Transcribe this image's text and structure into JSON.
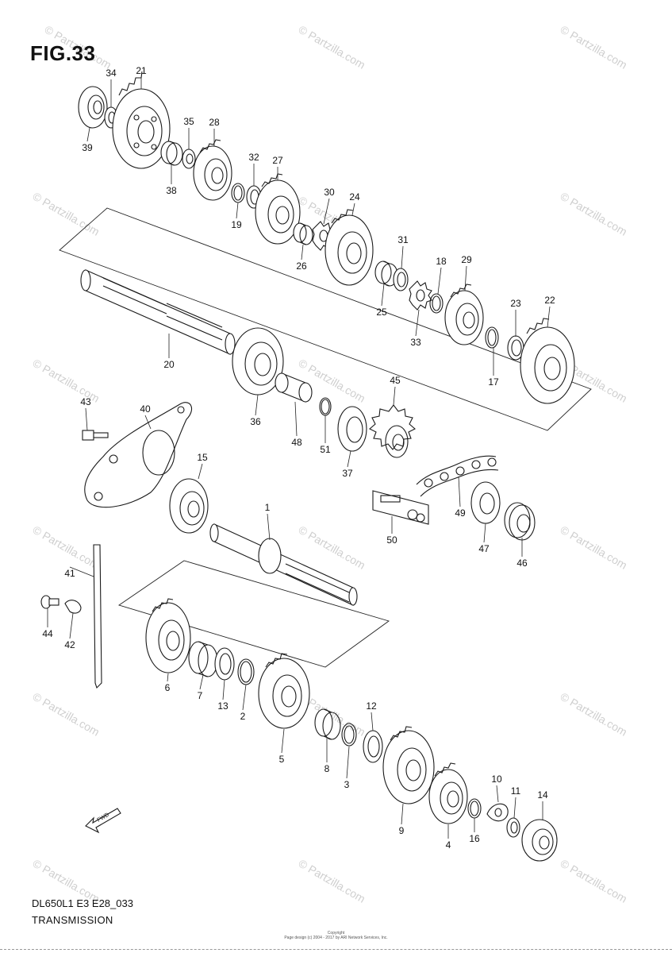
{
  "figure": {
    "title": "FIG.33",
    "code": "DL650L1 E3 E28_033",
    "name": "TRANSMISSION",
    "fwd_label": "FWD"
  },
  "watermark": "© Partzilla.com",
  "footer": {
    "line1": "Copyright",
    "line2": "Page design (c) 2004 - 2017 by ARI Network Services, Inc."
  },
  "parts": [
    {
      "id": "1",
      "label": "1"
    },
    {
      "id": "2",
      "label": "2"
    },
    {
      "id": "3",
      "label": "3"
    },
    {
      "id": "4",
      "label": "4"
    },
    {
      "id": "5",
      "label": "5"
    },
    {
      "id": "6",
      "label": "6"
    },
    {
      "id": "7",
      "label": "7"
    },
    {
      "id": "8",
      "label": "8"
    },
    {
      "id": "9",
      "label": "9"
    },
    {
      "id": "10",
      "label": "10"
    },
    {
      "id": "11",
      "label": "11"
    },
    {
      "id": "12",
      "label": "12"
    },
    {
      "id": "13",
      "label": "13"
    },
    {
      "id": "14",
      "label": "14"
    },
    {
      "id": "15",
      "label": "15"
    },
    {
      "id": "16",
      "label": "16"
    },
    {
      "id": "17",
      "label": "17"
    },
    {
      "id": "18",
      "label": "18"
    },
    {
      "id": "19",
      "label": "19"
    },
    {
      "id": "20",
      "label": "20"
    },
    {
      "id": "21",
      "label": "21"
    },
    {
      "id": "22",
      "label": "22"
    },
    {
      "id": "23",
      "label": "23"
    },
    {
      "id": "24",
      "label": "24"
    },
    {
      "id": "25",
      "label": "25"
    },
    {
      "id": "26",
      "label": "26"
    },
    {
      "id": "27",
      "label": "27"
    },
    {
      "id": "28",
      "label": "28"
    },
    {
      "id": "29",
      "label": "29"
    },
    {
      "id": "30",
      "label": "30"
    },
    {
      "id": "31",
      "label": "31"
    },
    {
      "id": "32",
      "label": "32"
    },
    {
      "id": "33",
      "label": "33"
    },
    {
      "id": "34",
      "label": "34"
    },
    {
      "id": "35",
      "label": "35"
    },
    {
      "id": "36",
      "label": "36"
    },
    {
      "id": "37",
      "label": "37"
    },
    {
      "id": "38",
      "label": "38"
    },
    {
      "id": "39",
      "label": "39"
    },
    {
      "id": "40",
      "label": "40"
    },
    {
      "id": "41",
      "label": "41"
    },
    {
      "id": "42",
      "label": "42"
    },
    {
      "id": "43",
      "label": "43"
    },
    {
      "id": "44",
      "label": "44"
    },
    {
      "id": "45",
      "label": "45"
    },
    {
      "id": "46",
      "label": "46"
    },
    {
      "id": "47",
      "label": "47"
    },
    {
      "id": "48",
      "label": "48"
    },
    {
      "id": "49",
      "label": "49"
    },
    {
      "id": "50",
      "label": "50"
    },
    {
      "id": "51",
      "label": "51"
    }
  ]
}
